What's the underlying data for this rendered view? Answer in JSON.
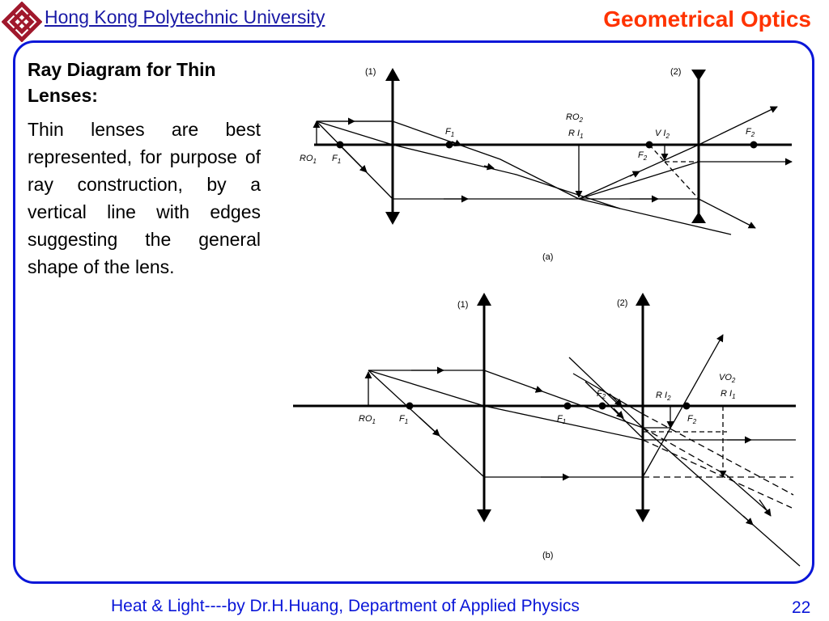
{
  "header": {
    "university": "Hong Kong Polytechnic University",
    "topic": "Geometrical Optics"
  },
  "content": {
    "heading": "Ray Diagram for Thin Lenses:",
    "body": "Thin lenses are best represented, for purpose of ray construction, by a vertical line with edges suggesting the general shape of the lens."
  },
  "diagram_a": {
    "caption": "(a)",
    "lens1": "(1)",
    "lens2": "(2)",
    "f1": "F",
    "f1_sub": "1",
    "ro2": "RO",
    "ro2_sub": "2",
    "ri1": "R I",
    "ri1_sub": "1",
    "vi2": "V I",
    "vi2_sub": "2",
    "f2": "F",
    "f2_sub": "2",
    "f2b": "F",
    "f2b_sub": "2",
    "ro1": "RO",
    "ro1_sub": "1",
    "f1b": "F",
    "f1b_sub": "1"
  },
  "diagram_b": {
    "caption": "(b)",
    "lens1": "(1)",
    "lens2": "(2)",
    "f2a": "F",
    "f2a_sub": "2",
    "ri2": "R I",
    "ri2_sub": "2",
    "vo2": "VO",
    "vo2_sub": "2",
    "ri1": "R I",
    "ri1_sub": "1",
    "ro1": "RO",
    "ro1_sub": "1",
    "f1": "F",
    "f1_sub": "1",
    "f1b": "F",
    "f1b_sub": "1",
    "f2b": "F",
    "f2b_sub": "2"
  },
  "footer": {
    "text": "Heat & Light----by Dr.H.Huang, Department of Applied Physics",
    "page": "22"
  },
  "colors": {
    "frame": "#0a16d8",
    "topic": "#ff3300",
    "logo": "#a0182c"
  },
  "icons": {
    "logo": "polyu-logo-icon"
  }
}
